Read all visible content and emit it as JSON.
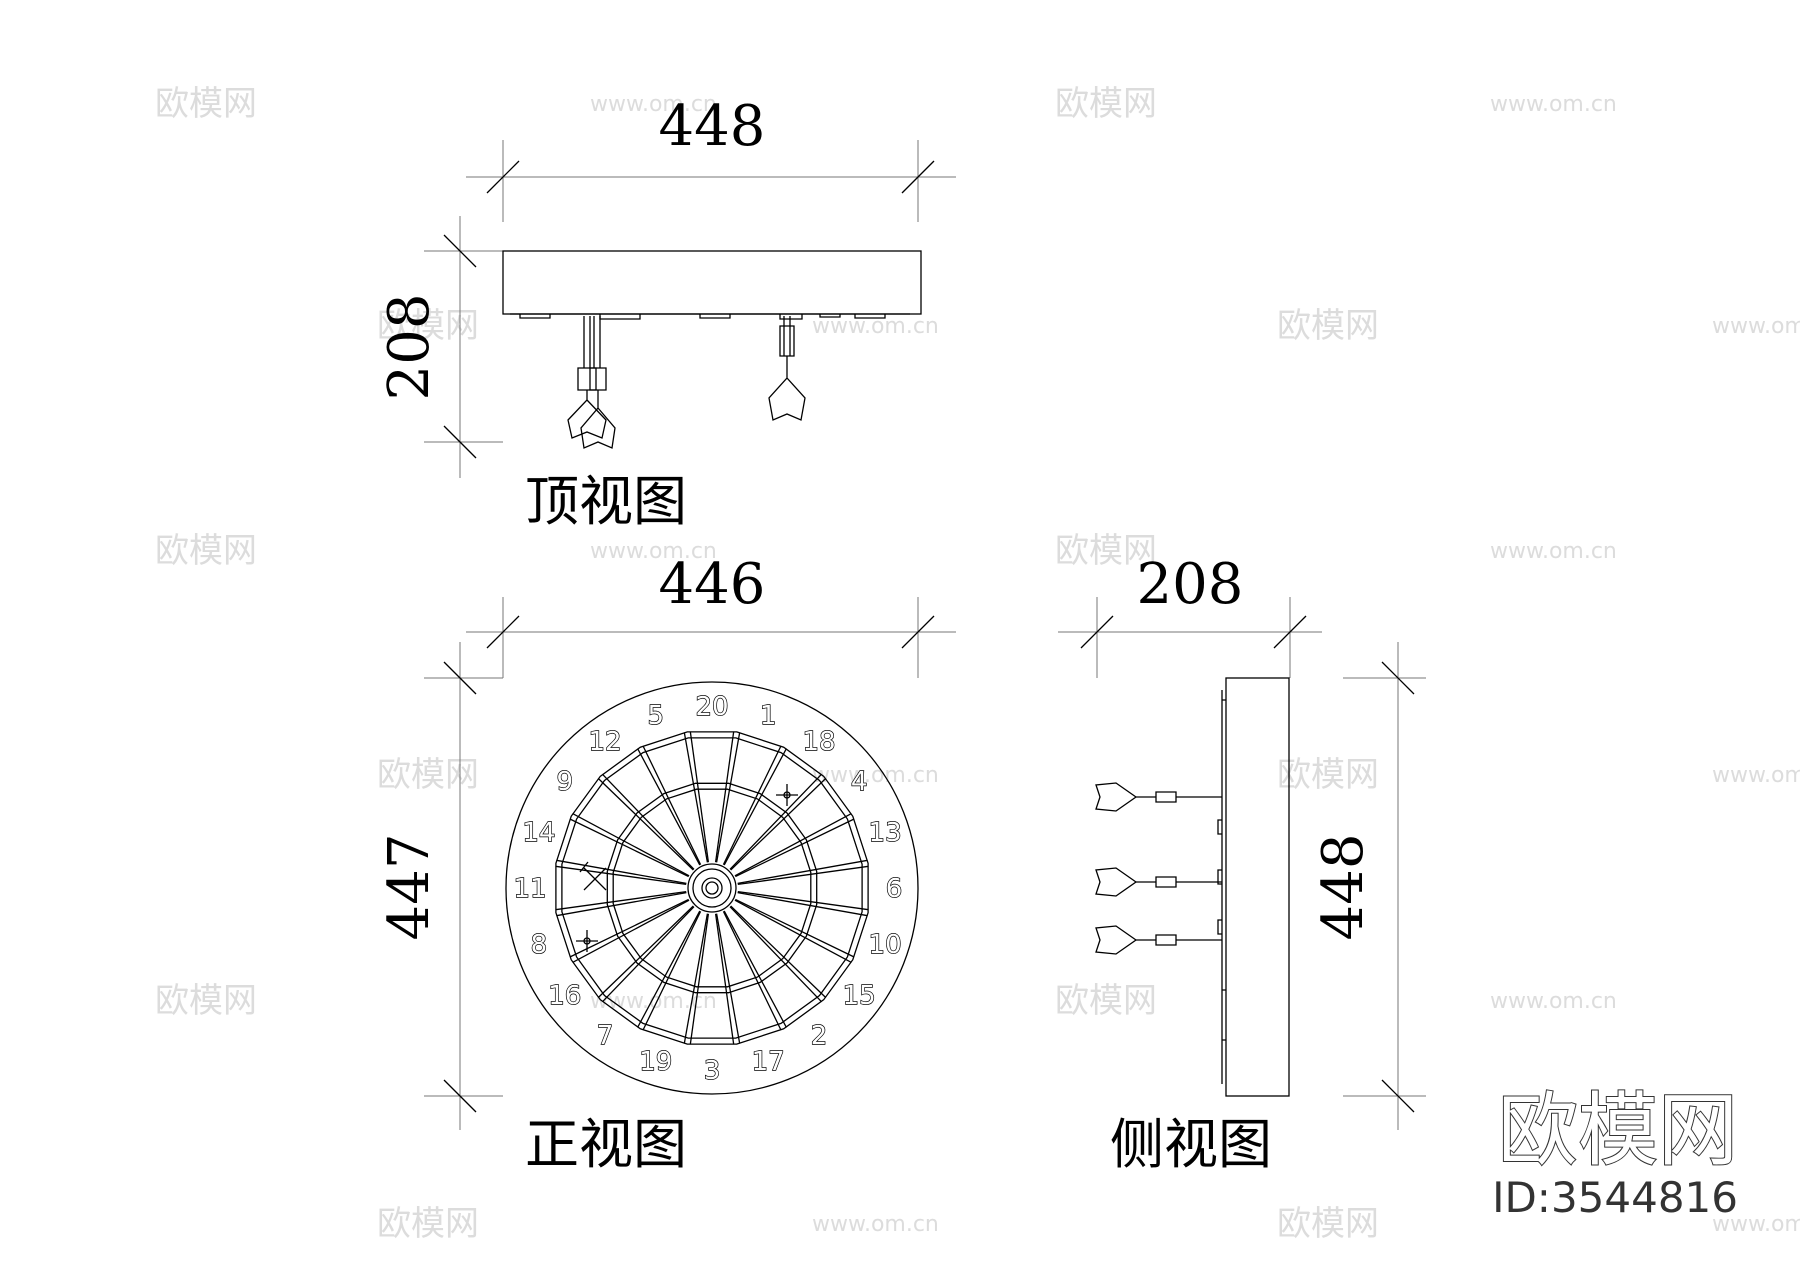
{
  "top_view": {
    "label": "顶视图",
    "width_dim": "448",
    "depth_dim": "208"
  },
  "front_view": {
    "label": "正视图",
    "width_dim": "446",
    "height_dim": "447",
    "sector_numbers": [
      "20",
      "1",
      "18",
      "4",
      "13",
      "6",
      "10",
      "15",
      "2",
      "17",
      "3",
      "19",
      "7",
      "16",
      "8",
      "11",
      "14",
      "9",
      "12",
      "5"
    ]
  },
  "side_view": {
    "label": "侧视图",
    "depth_dim": "208",
    "height_dim": "448"
  },
  "watermark": {
    "brand": "欧模网",
    "url": "www.om.cn",
    "id": "ID:3544816"
  }
}
